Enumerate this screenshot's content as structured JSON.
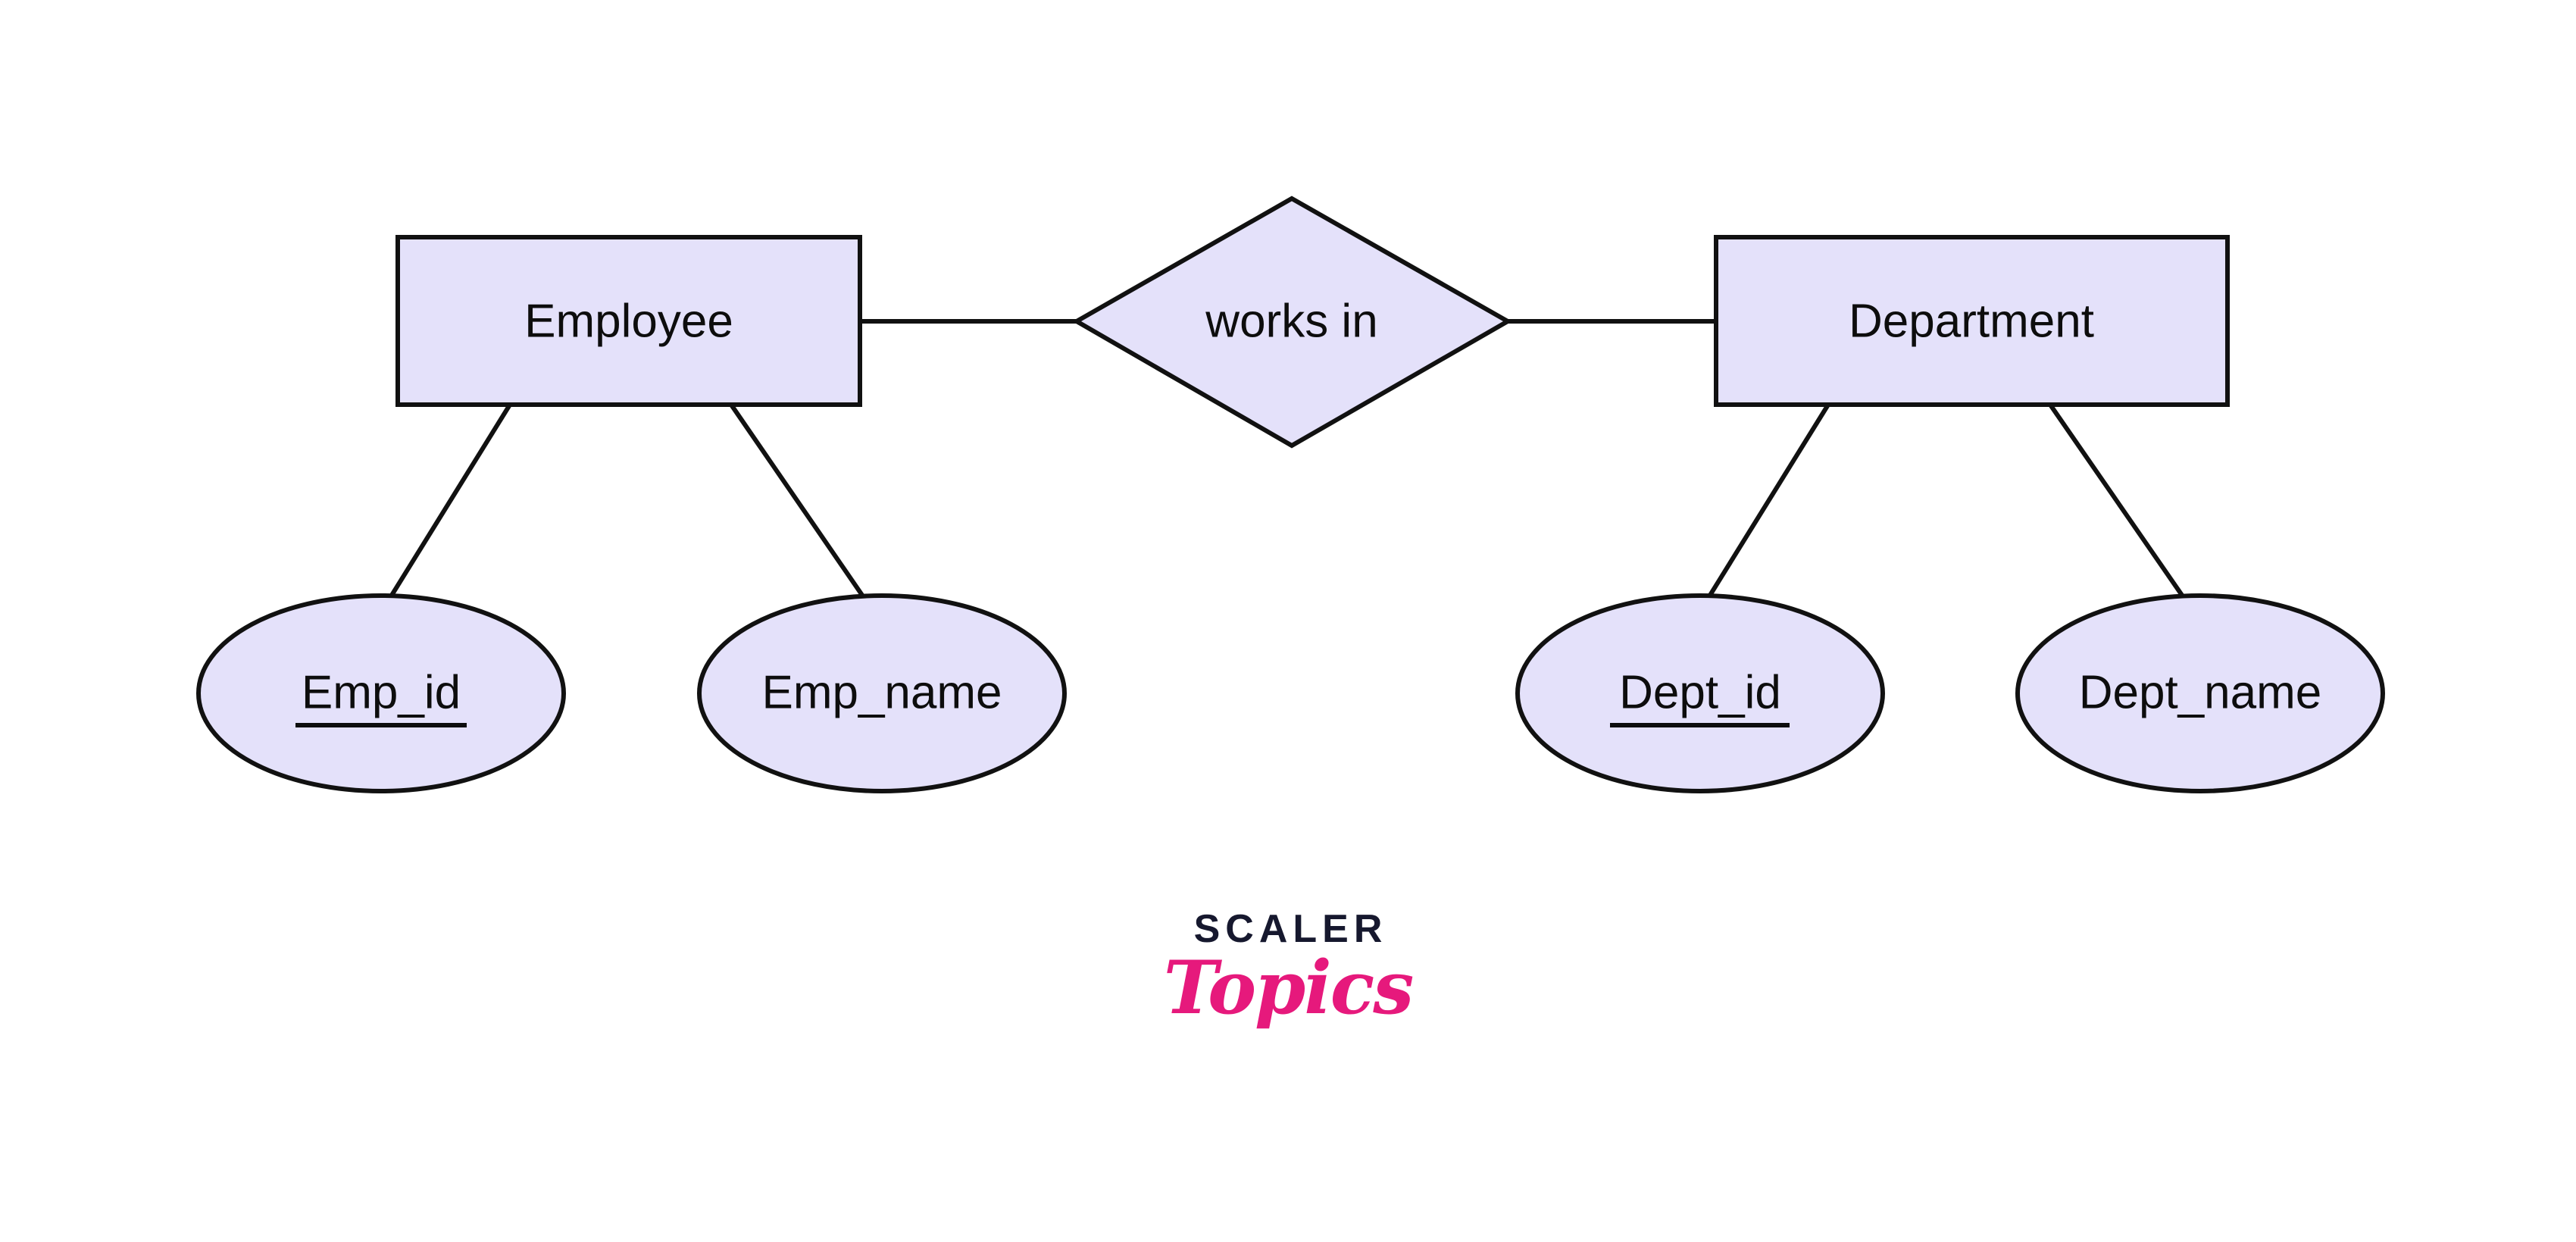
{
  "diagram": {
    "type": "entity-relationship-diagram",
    "title": "",
    "palette": {
      "shape_fill": "#e4e1fa",
      "shape_stroke": "#111111",
      "connector": "#111111",
      "text": "#0d0d0d",
      "background": "#ffffff",
      "logo_dark": "#16182e",
      "logo_pink": "#e6197c"
    },
    "entities": [
      {
        "id": "employee",
        "label": "Employee",
        "shape": "rectangle",
        "attributes": [
          {
            "id": "emp_id",
            "label": "Emp_id",
            "shape": "ellipse",
            "key": true
          },
          {
            "id": "emp_name",
            "label": "Emp_name",
            "shape": "ellipse",
            "key": false
          }
        ]
      },
      {
        "id": "department",
        "label": "Department",
        "shape": "rectangle",
        "attributes": [
          {
            "id": "dept_id",
            "label": "Dept_id",
            "shape": "ellipse",
            "key": true
          },
          {
            "id": "dept_name",
            "label": "Dept_name",
            "shape": "ellipse",
            "key": false
          }
        ]
      }
    ],
    "relationships": [
      {
        "id": "works_in",
        "label": "works in",
        "shape": "diamond",
        "from": "employee",
        "to": "department"
      }
    ]
  },
  "logo": {
    "brand": "SCALER",
    "product": "Topics"
  }
}
